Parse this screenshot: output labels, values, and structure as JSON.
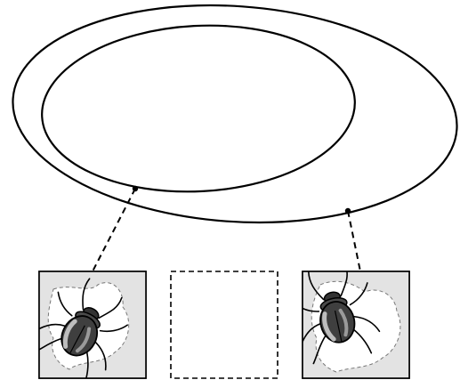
{
  "figure": {
    "colors": {
      "stroke": "#000000",
      "panel_fill": "#e3e3e3",
      "background": "#ffffff",
      "beetle_shell_dark": "#3f3f3f",
      "beetle_shell_light": "#b5b5b5"
    },
    "icons": {
      "inner_ellipse": "ellipse-outline",
      "outer_ellipse": "ellipse-outline",
      "sample_point": "dot-marker",
      "connector": "dashed-line",
      "photo": "beetle-icon",
      "empty_panel": "dashed-square"
    }
  }
}
